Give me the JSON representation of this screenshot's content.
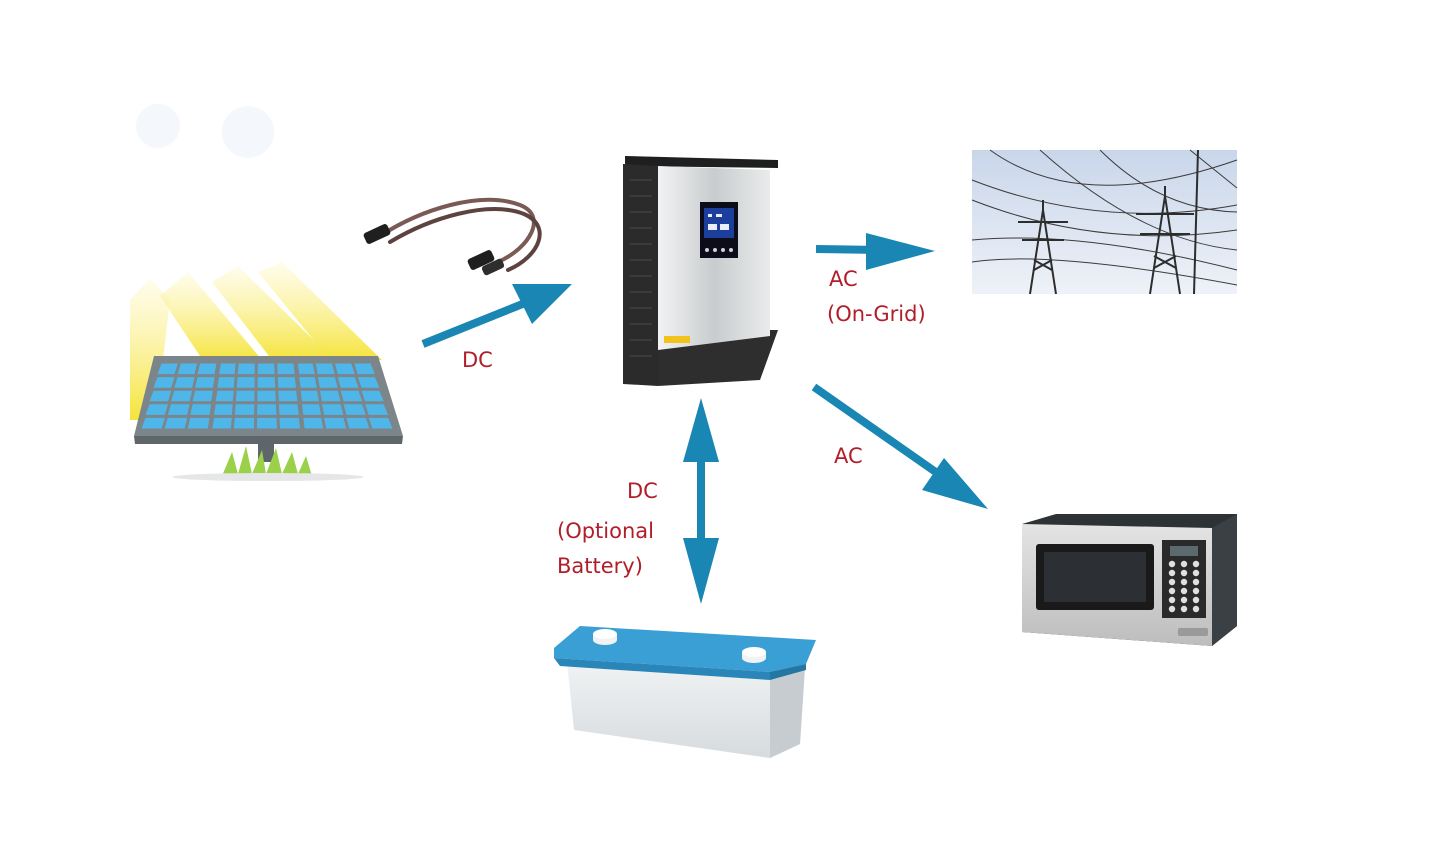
{
  "colors": {
    "arrow": "#1a86b3",
    "label": "#b01e2a",
    "panel_cell": "#4fb6ea",
    "panel_frame": "#7c8589",
    "sun_ray": "#f5e43a",
    "battery_lid": "#3a9fd5",
    "battery_body": "#e6eaec",
    "inverter_dark": "#2b2b2b",
    "inverter_silver": "#d3d6d8",
    "microwave_body": "#cfcfcf",
    "sky": "#dfe6f2"
  },
  "components": {
    "solar_panel": {
      "icon": "solar-panel-icon"
    },
    "pv_cable": {
      "icon": "pv-cable-icon"
    },
    "inverter": {
      "icon": "inverter-icon"
    },
    "grid": {
      "icon": "power-grid-icon"
    },
    "appliance": {
      "icon": "microwave-icon"
    },
    "battery": {
      "icon": "battery-icon"
    }
  },
  "flows": {
    "solar_to_inverter": {
      "line1": "DC"
    },
    "inverter_to_grid": {
      "line1": "AC",
      "line2": "(On-Grid)"
    },
    "inverter_to_load": {
      "line1": "AC"
    },
    "inverter_battery": {
      "line1": "DC",
      "line2": "(Optional",
      "line3": "Battery)"
    }
  }
}
